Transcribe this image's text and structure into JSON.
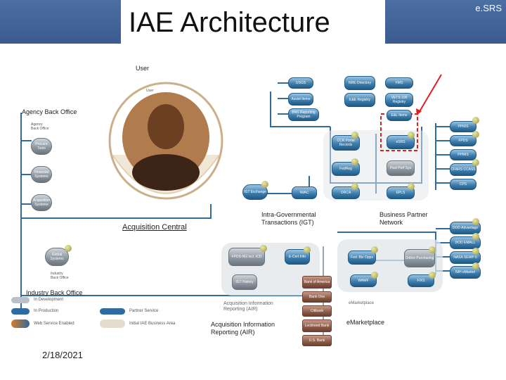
{
  "slide": {
    "title": "IAE Architecture",
    "brand": "e.SRS",
    "date": "2/18/2021"
  },
  "labels": {
    "user": "User",
    "agency_back_office": "Agency Back Office",
    "acquisition_central": "Acquisition Central",
    "igt": "Intra-Governmental\nTransactions (IGT)",
    "business_partner_network": "Business Partner\nNetwork",
    "industry_back_office": "Industry Back Office",
    "air": "Acquisition Information\nReporting (AIR)",
    "emarketplace": "eMarketplace"
  },
  "diagram": {
    "inner_labels": {
      "user_small": "User",
      "agency_small": "Agency\nBack Office",
      "industry_small": "Industry\nBack Office",
      "air_small": "Acquisition Information\nReporting (AIR)",
      "emarket_small": "eMarketplace"
    },
    "top_nodes": [
      "USGS",
      "NRE Directory",
      "FMS",
      "Assist Items",
      "E&E Registry",
      "VETS 100 Registry",
      "BNS Reporting Program",
      "E&L Items"
    ],
    "center_nodes": [
      "CCR Portal Records",
      "eSRS",
      "FedReg",
      "Past Perf Sys",
      "ORCA",
      "EPLS"
    ],
    "right_nodes": [
      "PPIRS",
      "FPDS",
      "PPIMS",
      "CFARS CCASS",
      "CPS"
    ],
    "right_lower_nodes": [
      "DOD Advantage",
      "DOD EMALL",
      "NASA SEWP II",
      "NIH eMarket"
    ],
    "lower_center_nodes": [
      "FPDS-NG incl. ICD",
      "E-Cert Info",
      "IGT History",
      "Fed. Biz Opps",
      "Online Purchasing",
      "WAWF",
      "FIXS"
    ],
    "bank_nodes": [
      "Bank of America",
      "Bank One",
      "Citibank",
      "Lockheed Bank",
      "U.S. Bank"
    ],
    "left_nodes": [
      "Procure Tools",
      "Financial Systems",
      "Acquisition Systems",
      "Global Systems"
    ],
    "igt_exchange": "IGT Exchange",
    "iwac": "IWAC",
    "legend": [
      "In Development",
      "In Production",
      "Web Service Enabled",
      "Partner Service",
      "Initial IAE Business Area"
    ]
  }
}
